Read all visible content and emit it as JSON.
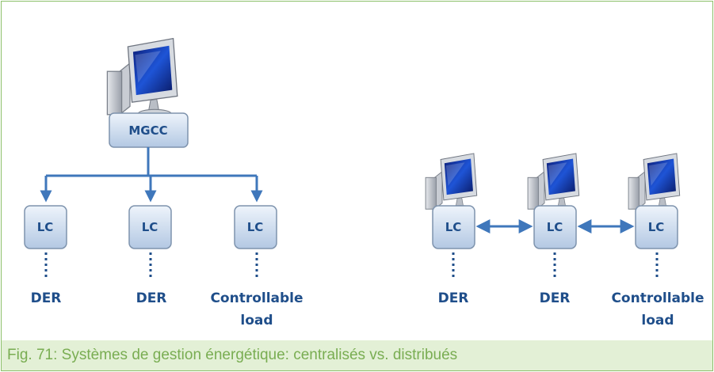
{
  "caption": "Fig. 71: Systèmes de gestion énergétique: centralisés vs. distribués",
  "centralized": {
    "top_box": "MGCC",
    "lc_boxes": [
      "LC",
      "LC",
      "LC"
    ],
    "units": [
      {
        "line1": "DER",
        "line2": ""
      },
      {
        "line1": "DER",
        "line2": ""
      },
      {
        "line1": "Controllable",
        "line2": "load"
      }
    ]
  },
  "distributed": {
    "lc_boxes": [
      "LC",
      "LC",
      "LC"
    ],
    "units": [
      {
        "line1": "DER",
        "line2": ""
      },
      {
        "line1": "DER",
        "line2": ""
      },
      {
        "line1": "Controllable",
        "line2": "load"
      }
    ]
  },
  "colors": {
    "box_fill_top": "#e8f0fa",
    "box_fill_bottom": "#b9cde6",
    "box_stroke": "#7e93ad",
    "text": "#1f4e8a",
    "arrow": "#3f77bb",
    "frame": "#8cc06a",
    "caption_bg": "#e3f0d6",
    "caption_text": "#79ad52"
  },
  "icons": {
    "computer": "computer-icon"
  }
}
